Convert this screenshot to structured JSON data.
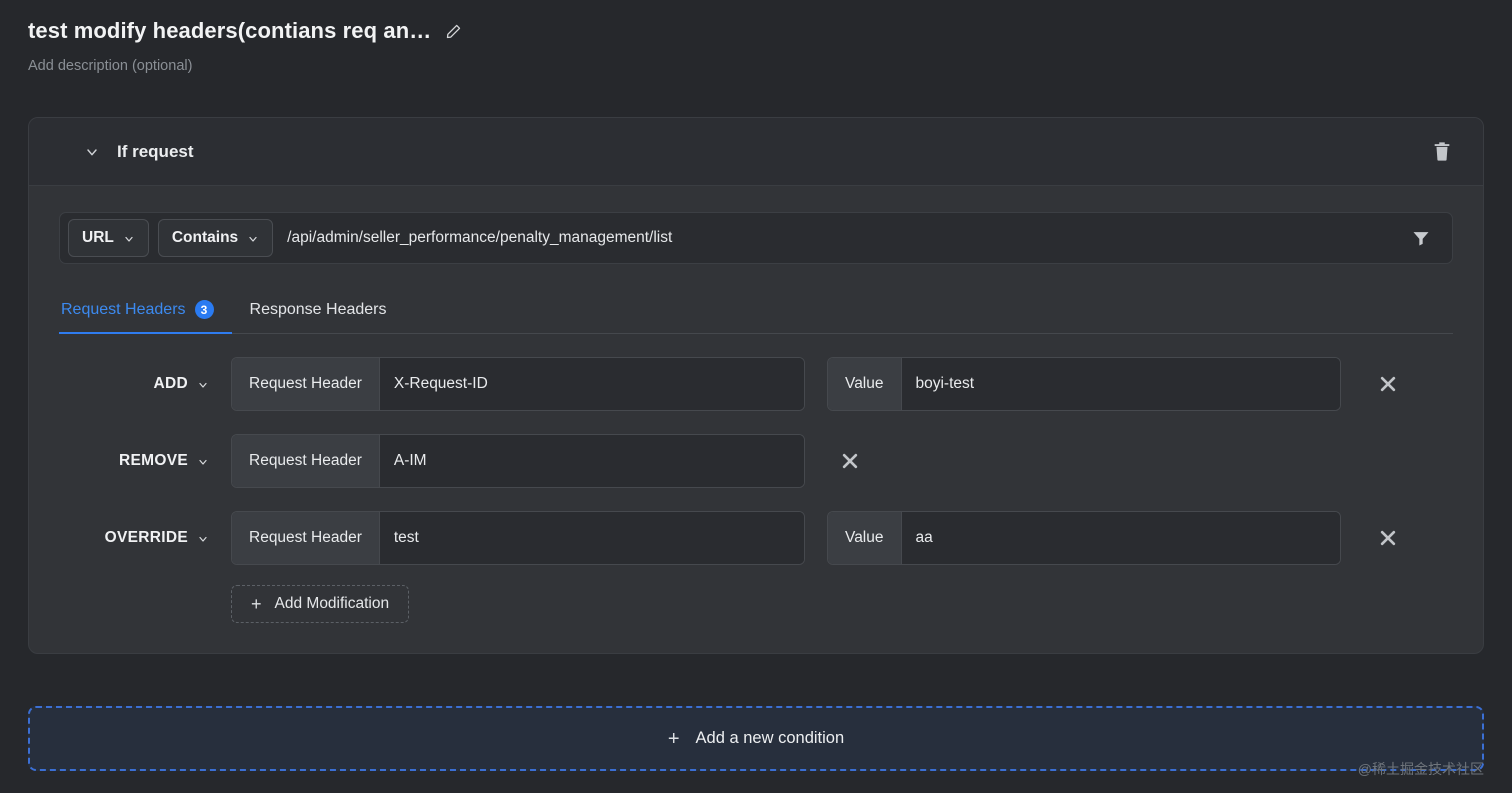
{
  "header": {
    "title": "test modify headers(contians req an…",
    "edit_icon": "pencil-icon",
    "description_placeholder": "Add description (optional)"
  },
  "condition_card": {
    "collapse_icon": "chevron-down-icon",
    "title": "If request",
    "delete_icon": "trash-icon",
    "match": {
      "target_label": "URL",
      "operator_label": "Contains",
      "value": "/api/admin/seller_performance/penalty_management/list",
      "filter_icon": "filter-icon"
    },
    "tabs": [
      {
        "label": "Request Headers",
        "badge": "3",
        "active": true
      },
      {
        "label": "Response Headers",
        "badge": "",
        "active": false
      }
    ],
    "modifications": [
      {
        "action": "ADD",
        "header_prefix": "Request Header",
        "header_name": "X-Request-ID",
        "value_prefix": "Value",
        "value": "boyi-test",
        "has_value": true,
        "remove_icon": "close-icon"
      },
      {
        "action": "REMOVE",
        "header_prefix": "Request Header",
        "header_name": "A-IM",
        "value_prefix": "",
        "value": "",
        "has_value": false,
        "remove_icon": "close-icon"
      },
      {
        "action": "OVERRIDE",
        "header_prefix": "Request Header",
        "header_name": "test",
        "value_prefix": "Value",
        "value": "aa",
        "has_value": true,
        "remove_icon": "close-icon"
      }
    ],
    "add_modification_label": "Add Modification"
  },
  "add_condition": {
    "label": "Add a new condition",
    "plus_icon": "plus-icon"
  },
  "watermark": "@稀土掘金技术社区",
  "colors": {
    "page_bg": "#26282c",
    "card_bg": "#323438",
    "card_header_bg": "#2c2e33",
    "field_bg": "#2a2c30",
    "field_prefix_bg": "#3b3e43",
    "accent_blue": "#2a7bf2",
    "add_condition_bg": "#272f3d",
    "add_condition_border": "#3b6fd4"
  }
}
